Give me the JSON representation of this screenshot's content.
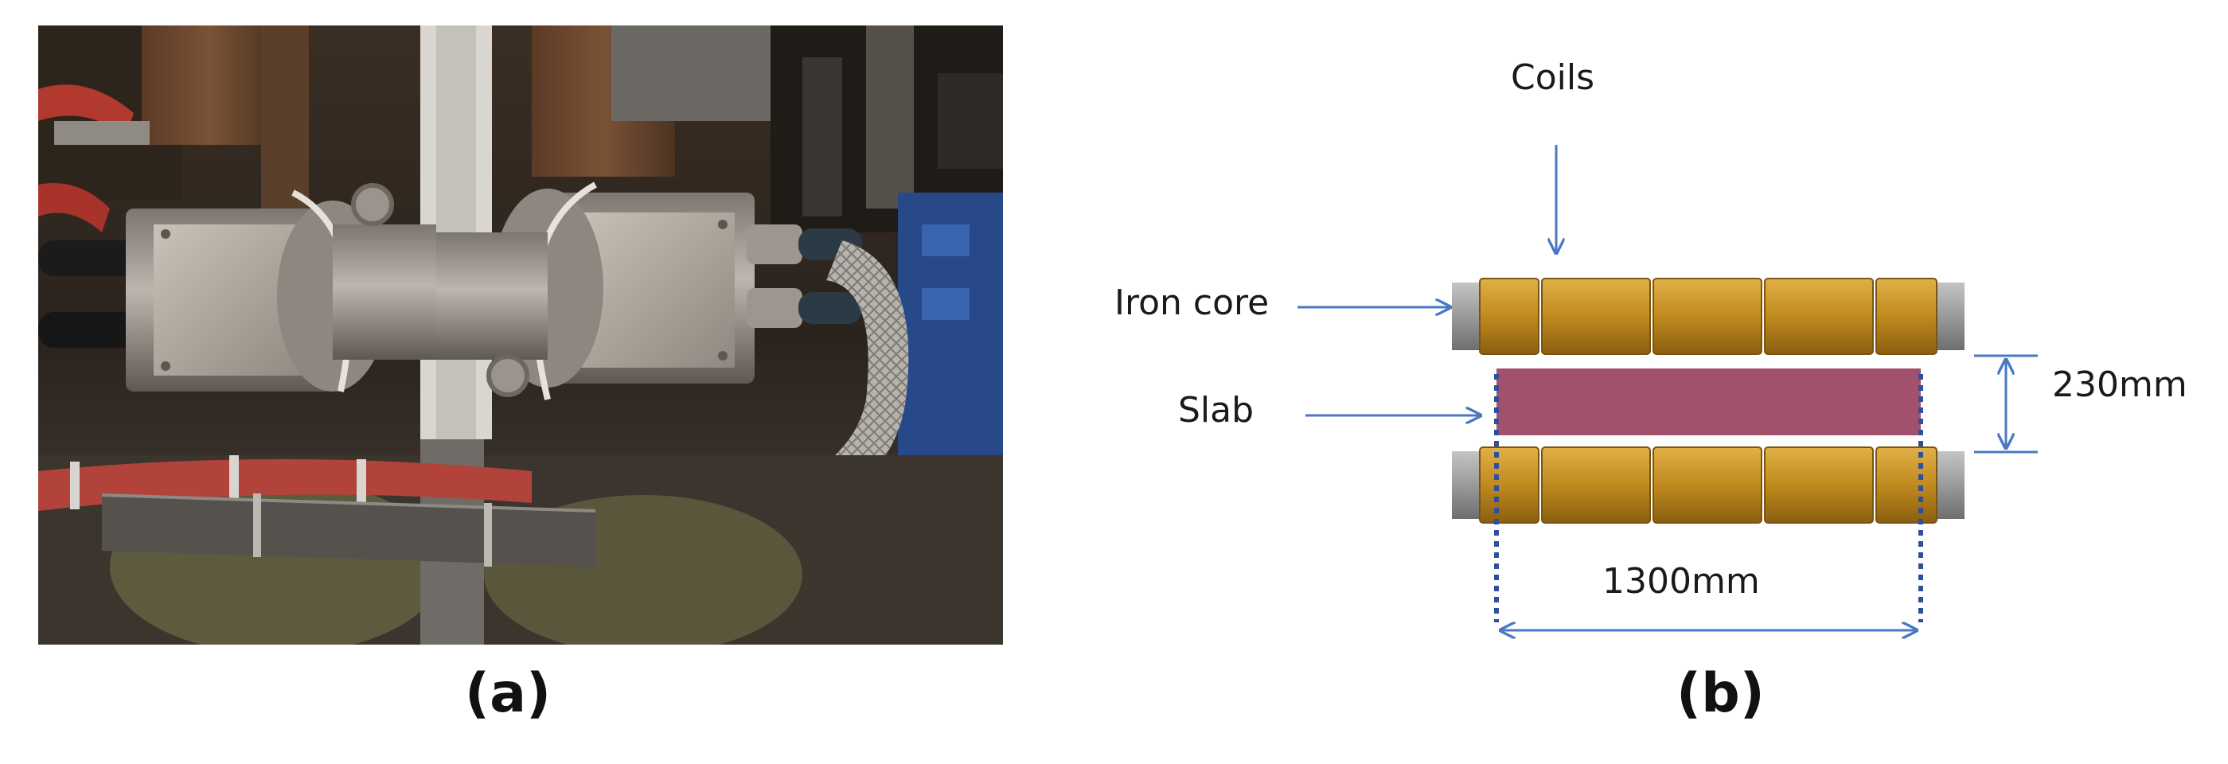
{
  "figure": {
    "panels": [
      {
        "caption": "(a)",
        "content": "photo"
      },
      {
        "caption": "(b)",
        "content": "schematic",
        "labels": {
          "coils": "Coils",
          "iron_core": "Iron core",
          "slab": "Slab",
          "gap": "230mm",
          "width": "1300mm"
        }
      }
    ]
  },
  "colors": {
    "coil": "#c08a1e",
    "coil_highlight": "#e0b048",
    "coil_dark": "#8a5f10",
    "iron_core": "#9a9a9a",
    "slab": "#a3506e",
    "arrow": "#4a78c2",
    "dotted": "#2f4f9a"
  }
}
